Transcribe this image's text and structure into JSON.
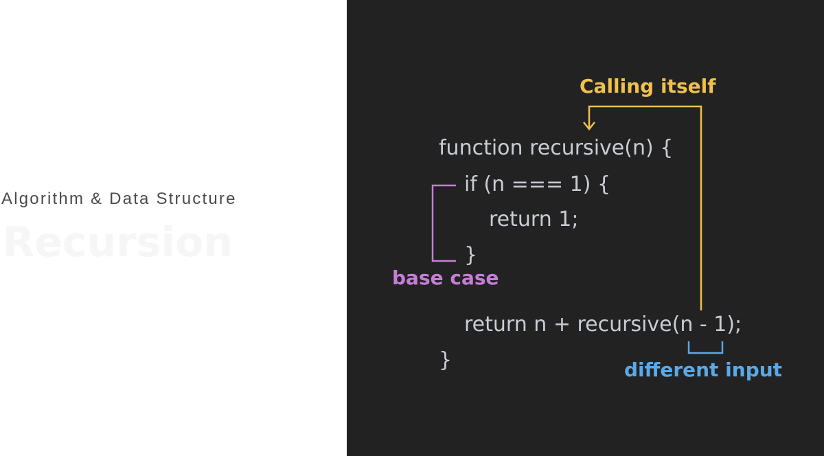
{
  "left": {
    "eyebrow": "Algorithm & Data Structure",
    "headline": "Recursion"
  },
  "code": {
    "lines": [
      "function recursive(n) {",
      "if (n === 1) {",
      "return 1;",
      "}",
      "return n + recursive(n - 1);",
      "}"
    ]
  },
  "annotations": {
    "calling_itself": "Calling itself",
    "base_case": "base case",
    "different_input": "different input"
  },
  "colors": {
    "calling_itself": "#f0c14b",
    "base_case": "#c77dd8",
    "different_input": "#5ba8e8",
    "code_text": "#c9ccd4",
    "panel_bg": "#222222"
  }
}
